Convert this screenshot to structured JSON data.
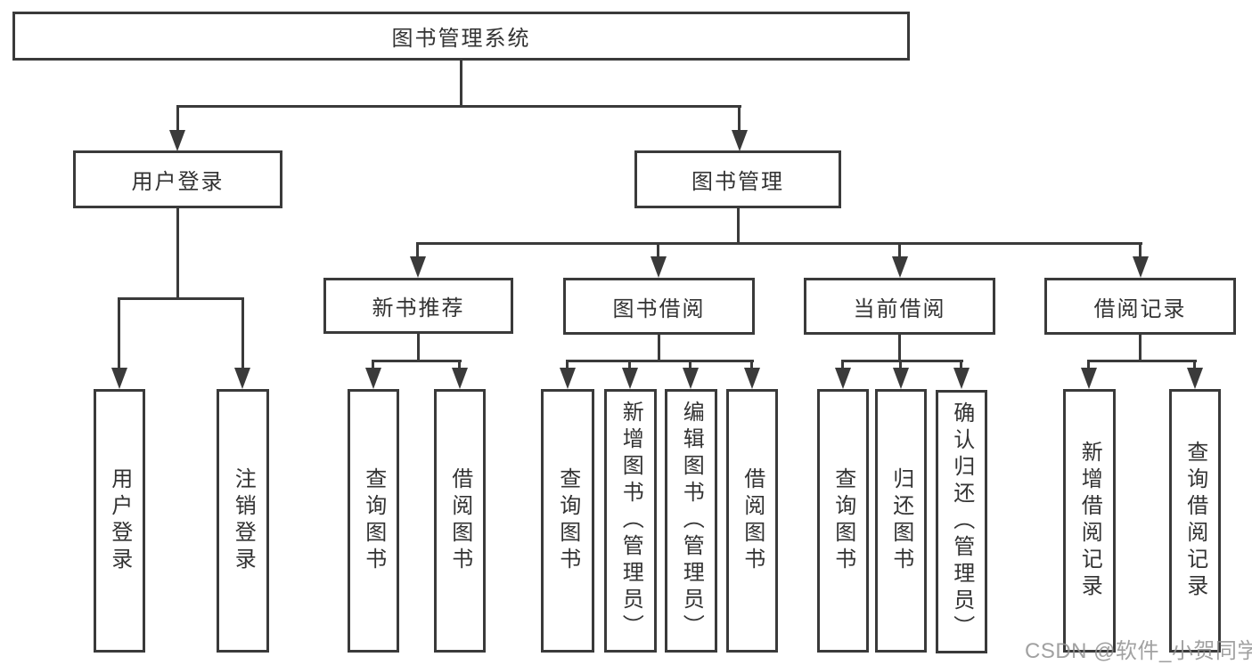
{
  "title": "图书管理系统",
  "tree": {
    "label": "图书管理系统",
    "children": [
      {
        "label": "用户登录",
        "children": [
          {
            "label": "用户登录"
          },
          {
            "label": "注销登录"
          }
        ]
      },
      {
        "label": "图书管理",
        "children": [
          {
            "label": "新书推荐",
            "children": [
              {
                "label": "查询图书"
              },
              {
                "label": "借阅图书"
              }
            ]
          },
          {
            "label": "图书借阅",
            "children": [
              {
                "label": "查询图书"
              },
              {
                "label": "新增图书（管理员）"
              },
              {
                "label": "编辑图书（管理员）"
              },
              {
                "label": "借阅图书"
              }
            ]
          },
          {
            "label": "当前借阅",
            "children": [
              {
                "label": "查询图书"
              },
              {
                "label": "归还图书"
              },
              {
                "label": "确认归还（管理员）"
              }
            ]
          },
          {
            "label": "借阅记录",
            "children": [
              {
                "label": "新增借阅记录"
              },
              {
                "label": "查询借阅记录"
              }
            ]
          }
        ]
      }
    ]
  },
  "watermark": "CSDN @软件_小贺同学",
  "colors": {
    "line": "#3a3a3a",
    "text": "#333333",
    "watermark": "#919191",
    "background": "#ffffff"
  }
}
